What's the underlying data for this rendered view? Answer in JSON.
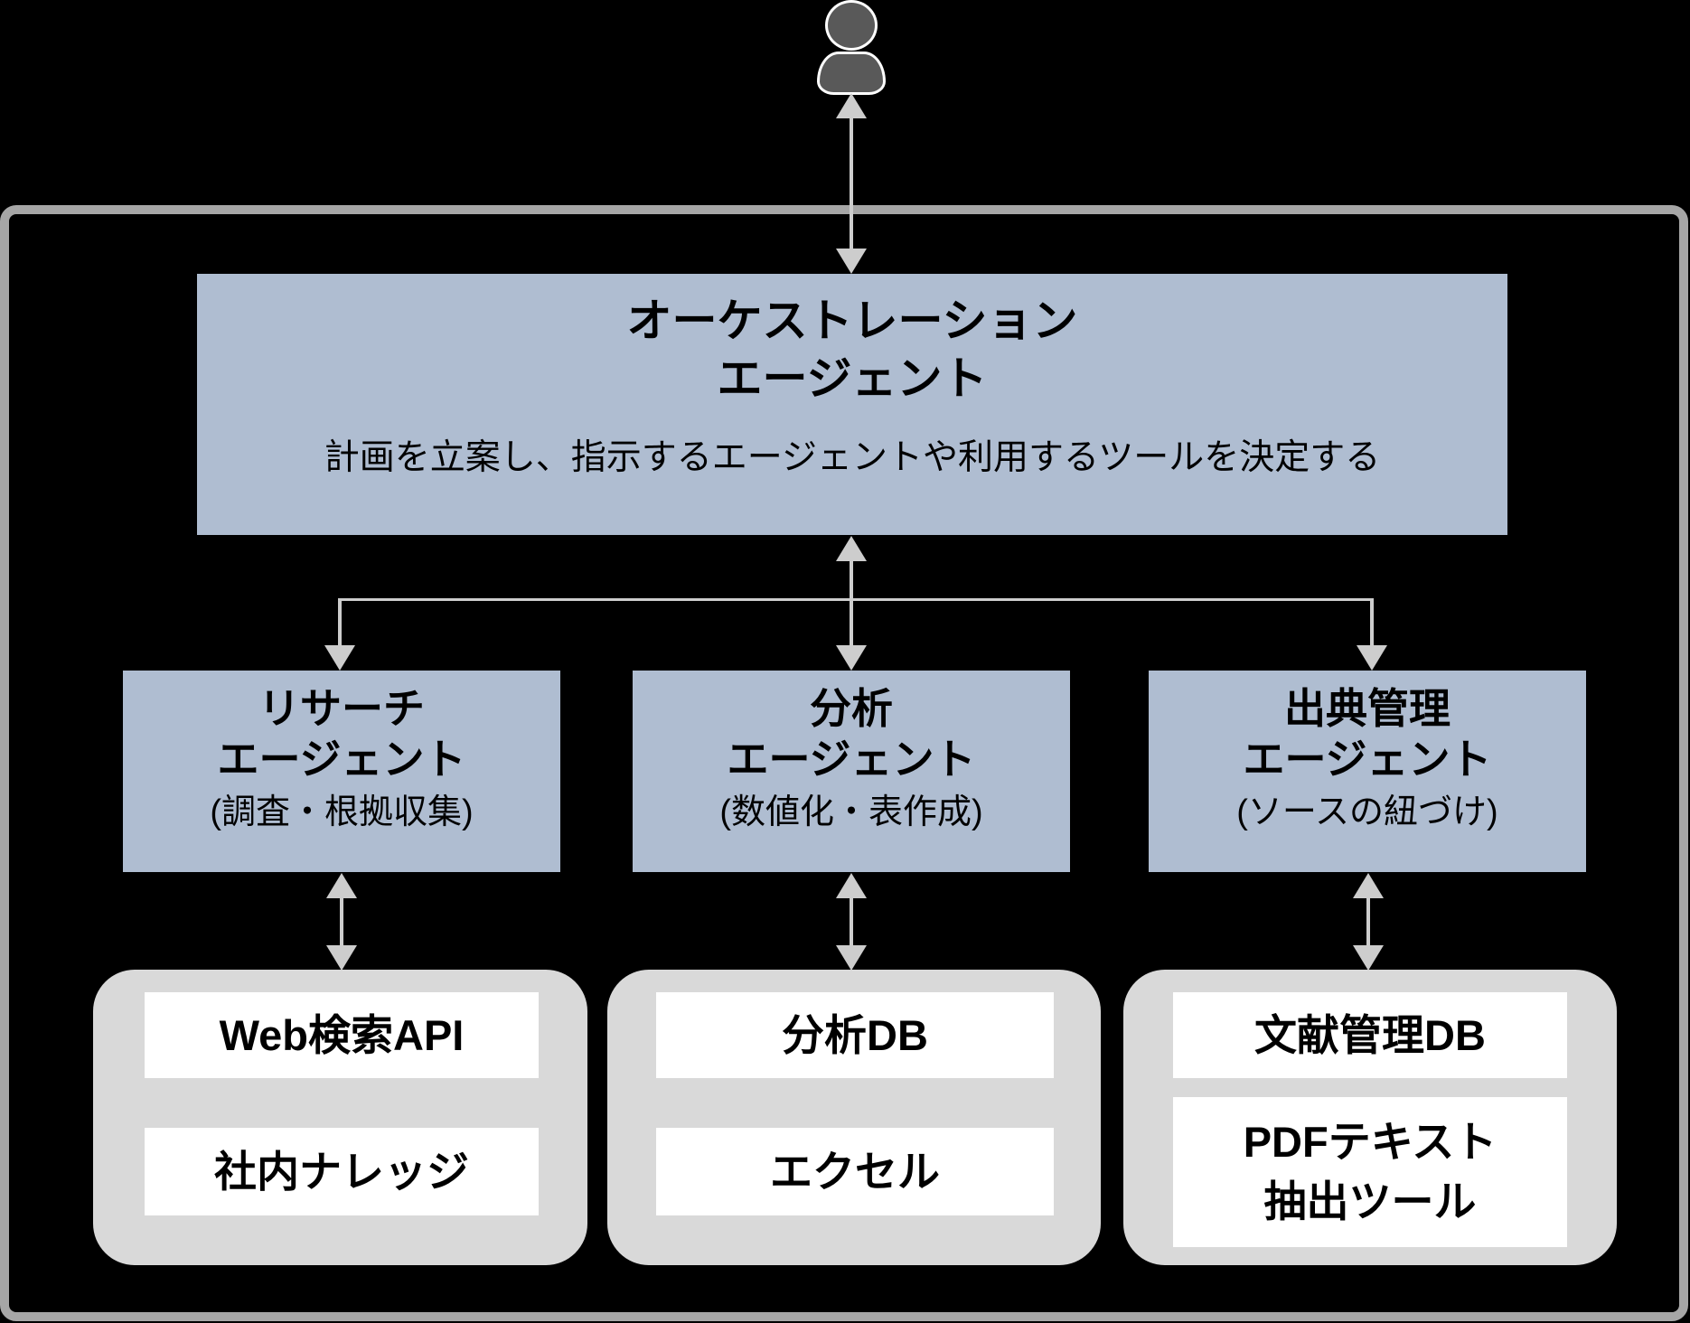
{
  "user": {
    "icon": "person-icon"
  },
  "orchestrator": {
    "title_line1": "オーケストレーション",
    "title_line2": "エージェント",
    "description": "計画を立案し、指示するエージェントや利用するツールを決定する"
  },
  "agents": [
    {
      "title_line1": "リサーチ",
      "title_line2": "エージェント",
      "subtitle": "(調査・根拠収集)",
      "tools": [
        "Web検索API",
        "社内ナレッジ"
      ]
    },
    {
      "title_line1": "分析",
      "title_line2": "エージェント",
      "subtitle": "(数値化・表作成)",
      "tools": [
        "分析DB",
        "エクセル"
      ]
    },
    {
      "title_line1": "出典管理",
      "title_line2": "エージェント",
      "subtitle": "(ソースの紐づけ)",
      "tools": [
        "文献管理DB",
        "PDFテキスト\n抽出ツール"
      ]
    }
  ],
  "colors": {
    "background": "#000000",
    "frame_border": "#a6a6a6",
    "agent_box": "#afbdd1",
    "tool_group": "#d9d9d9",
    "tool_item": "#ffffff",
    "arrow": "#cdcdcd",
    "person": "#595959",
    "text": "#000000"
  }
}
